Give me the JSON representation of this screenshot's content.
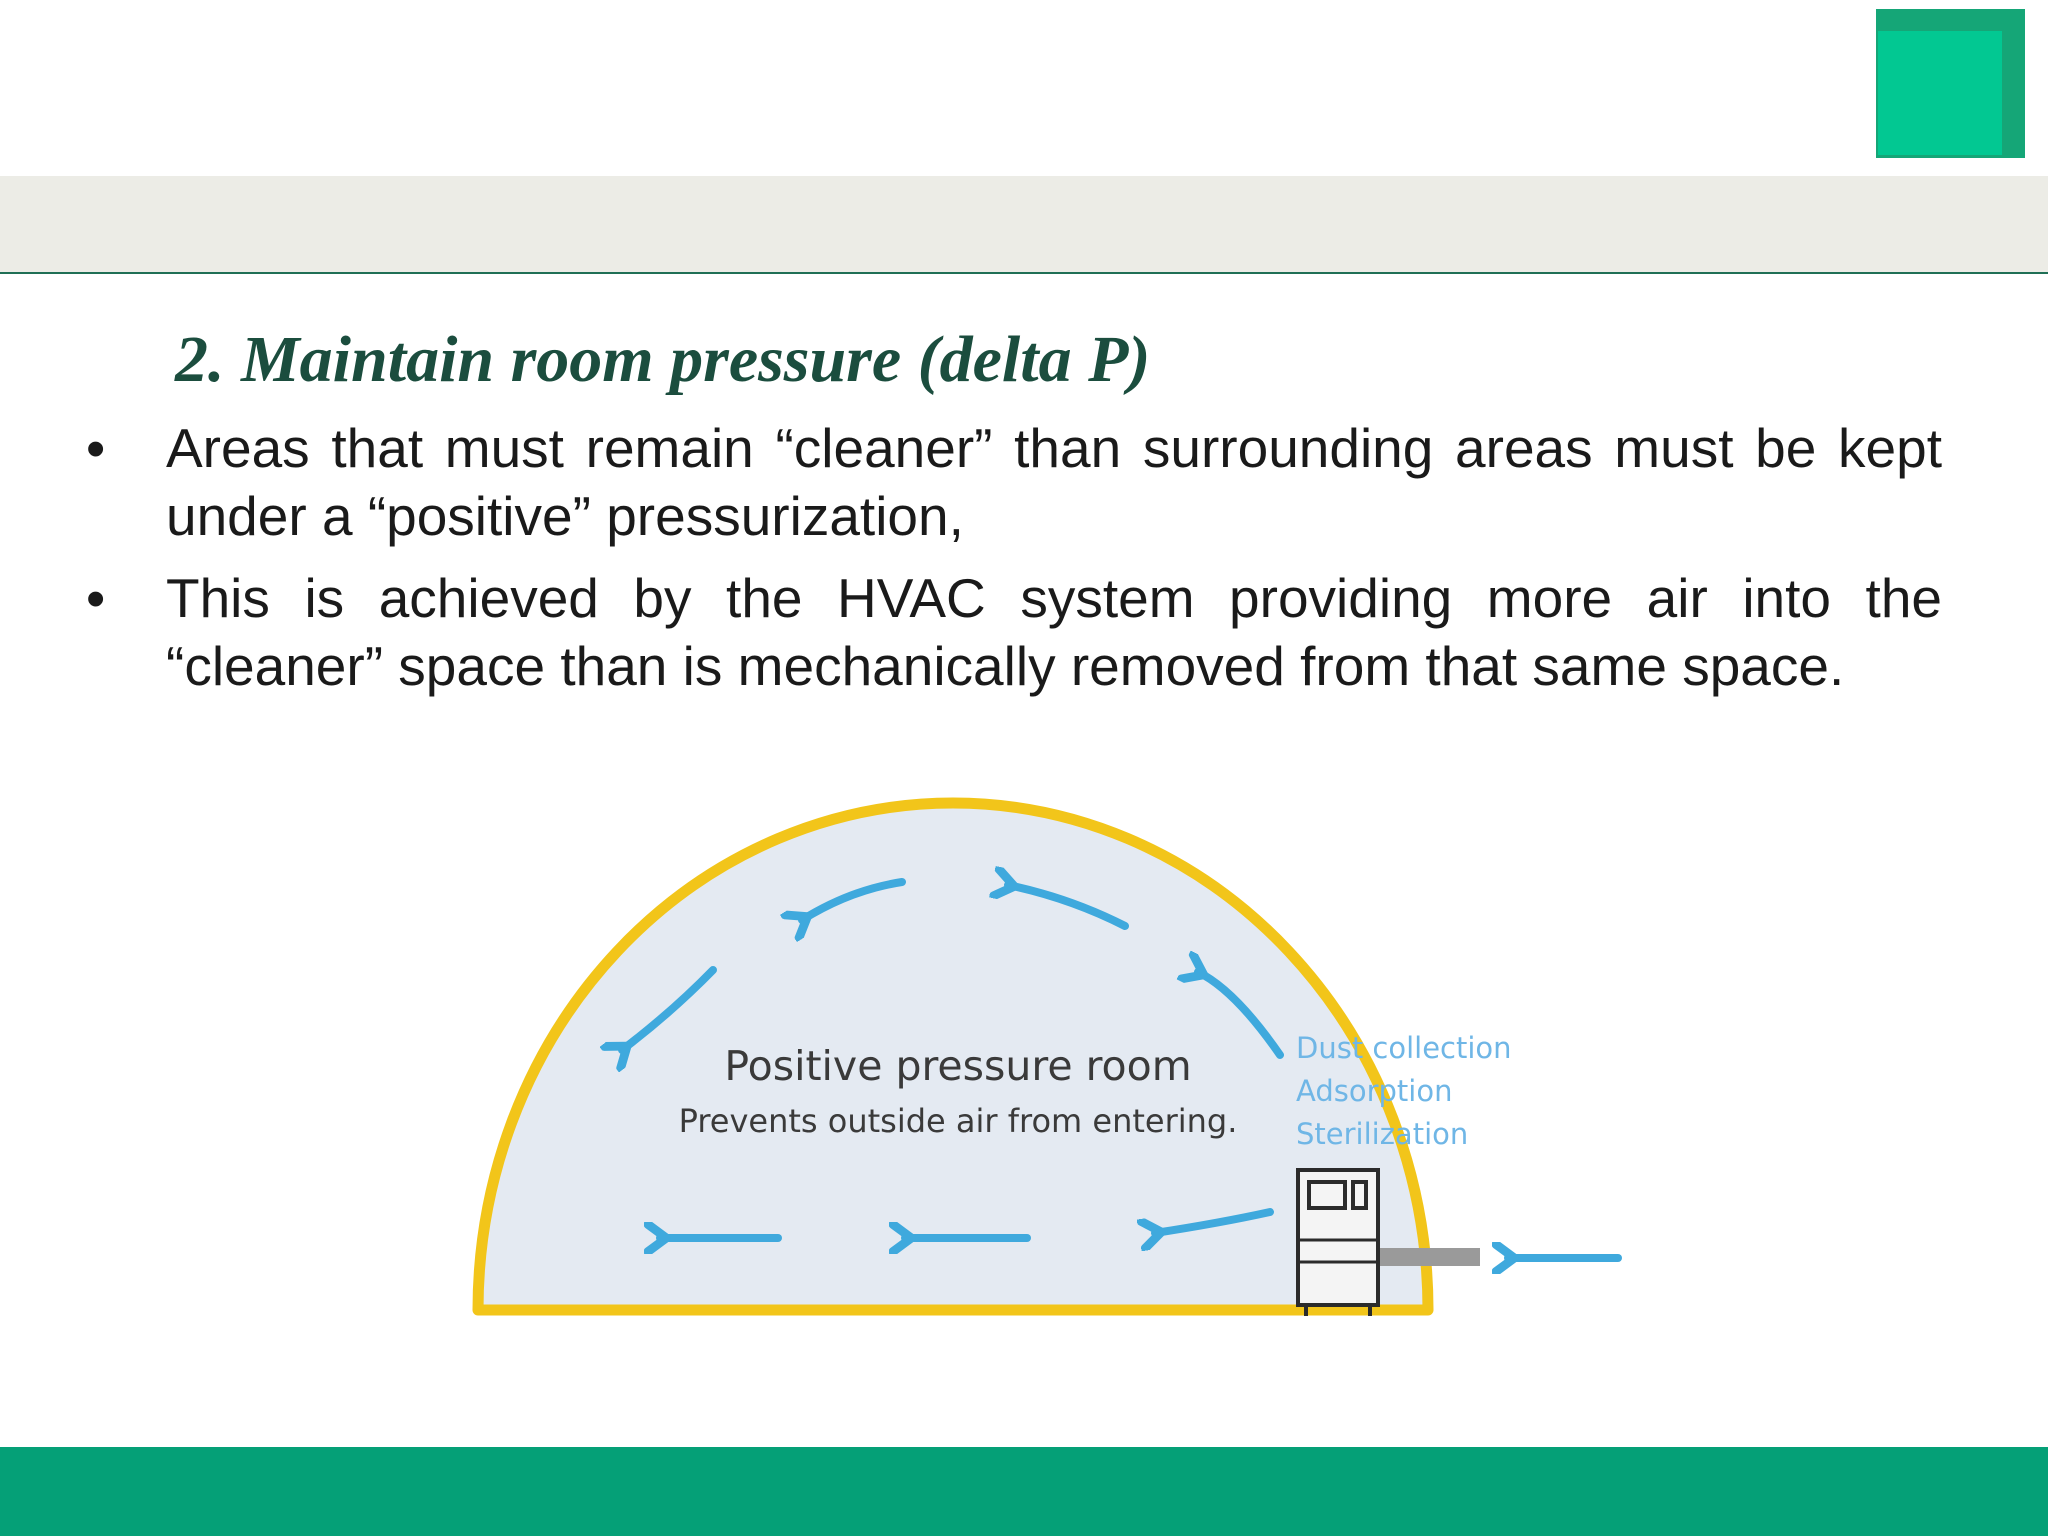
{
  "title": "2. Maintain room pressure (delta P)",
  "bullets": [
    "Areas that must remain “cleaner” than surrounding areas must be kept under a “positive” pressurization,",
    "This is achieved by the HVAC system providing more air into the “cleaner” space than is mechanically removed from that same space."
  ],
  "bullet_marker": "•",
  "diagram": {
    "room_label": "Positive pressure room",
    "room_caption": "Prevents outside air from entering.",
    "unit_functions": [
      "Dust collection",
      "Adsorption",
      "Sterilization"
    ],
    "icons": [
      "air-purifier-icon",
      "arrow-icon"
    ]
  },
  "colors": {
    "accent_green": "#05a077",
    "logo_green": "#02c892",
    "title_green": "#1b4d3e",
    "dome_border": "#f2c51a",
    "dome_fill": "#e4eaf2",
    "airflow_arrow": "#3fa9dd"
  }
}
